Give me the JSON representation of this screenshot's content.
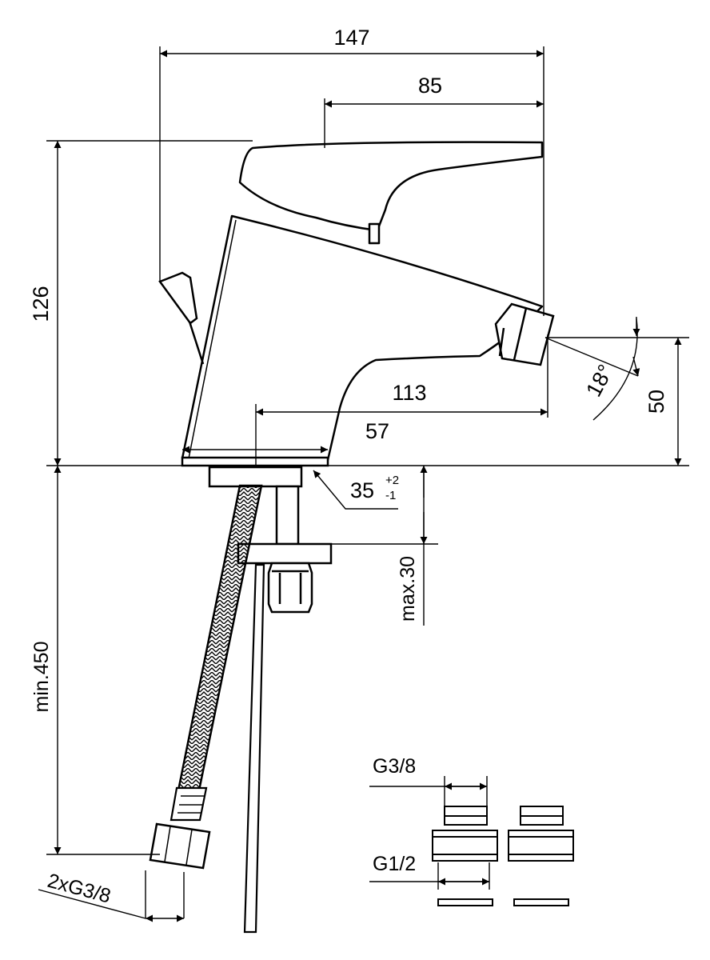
{
  "drawing": {
    "title": "",
    "dimensions": {
      "overall_width": "147",
      "lever_to_spout": "85",
      "height": "126",
      "spout_reach": "113",
      "spout_angle": "18°",
      "spout_height": "50",
      "body_base": "57",
      "hole_diameter": "35",
      "hole_tol_plus": "+2",
      "hole_tol_minus": "-1",
      "deck_thickness": "max.30",
      "hose_length": "min.450",
      "hose_thread": "2xG3/8",
      "adapter_small": "G3/8",
      "adapter_large": "G1/2"
    }
  },
  "colors": {
    "line": "#000000",
    "background": "#ffffff"
  }
}
